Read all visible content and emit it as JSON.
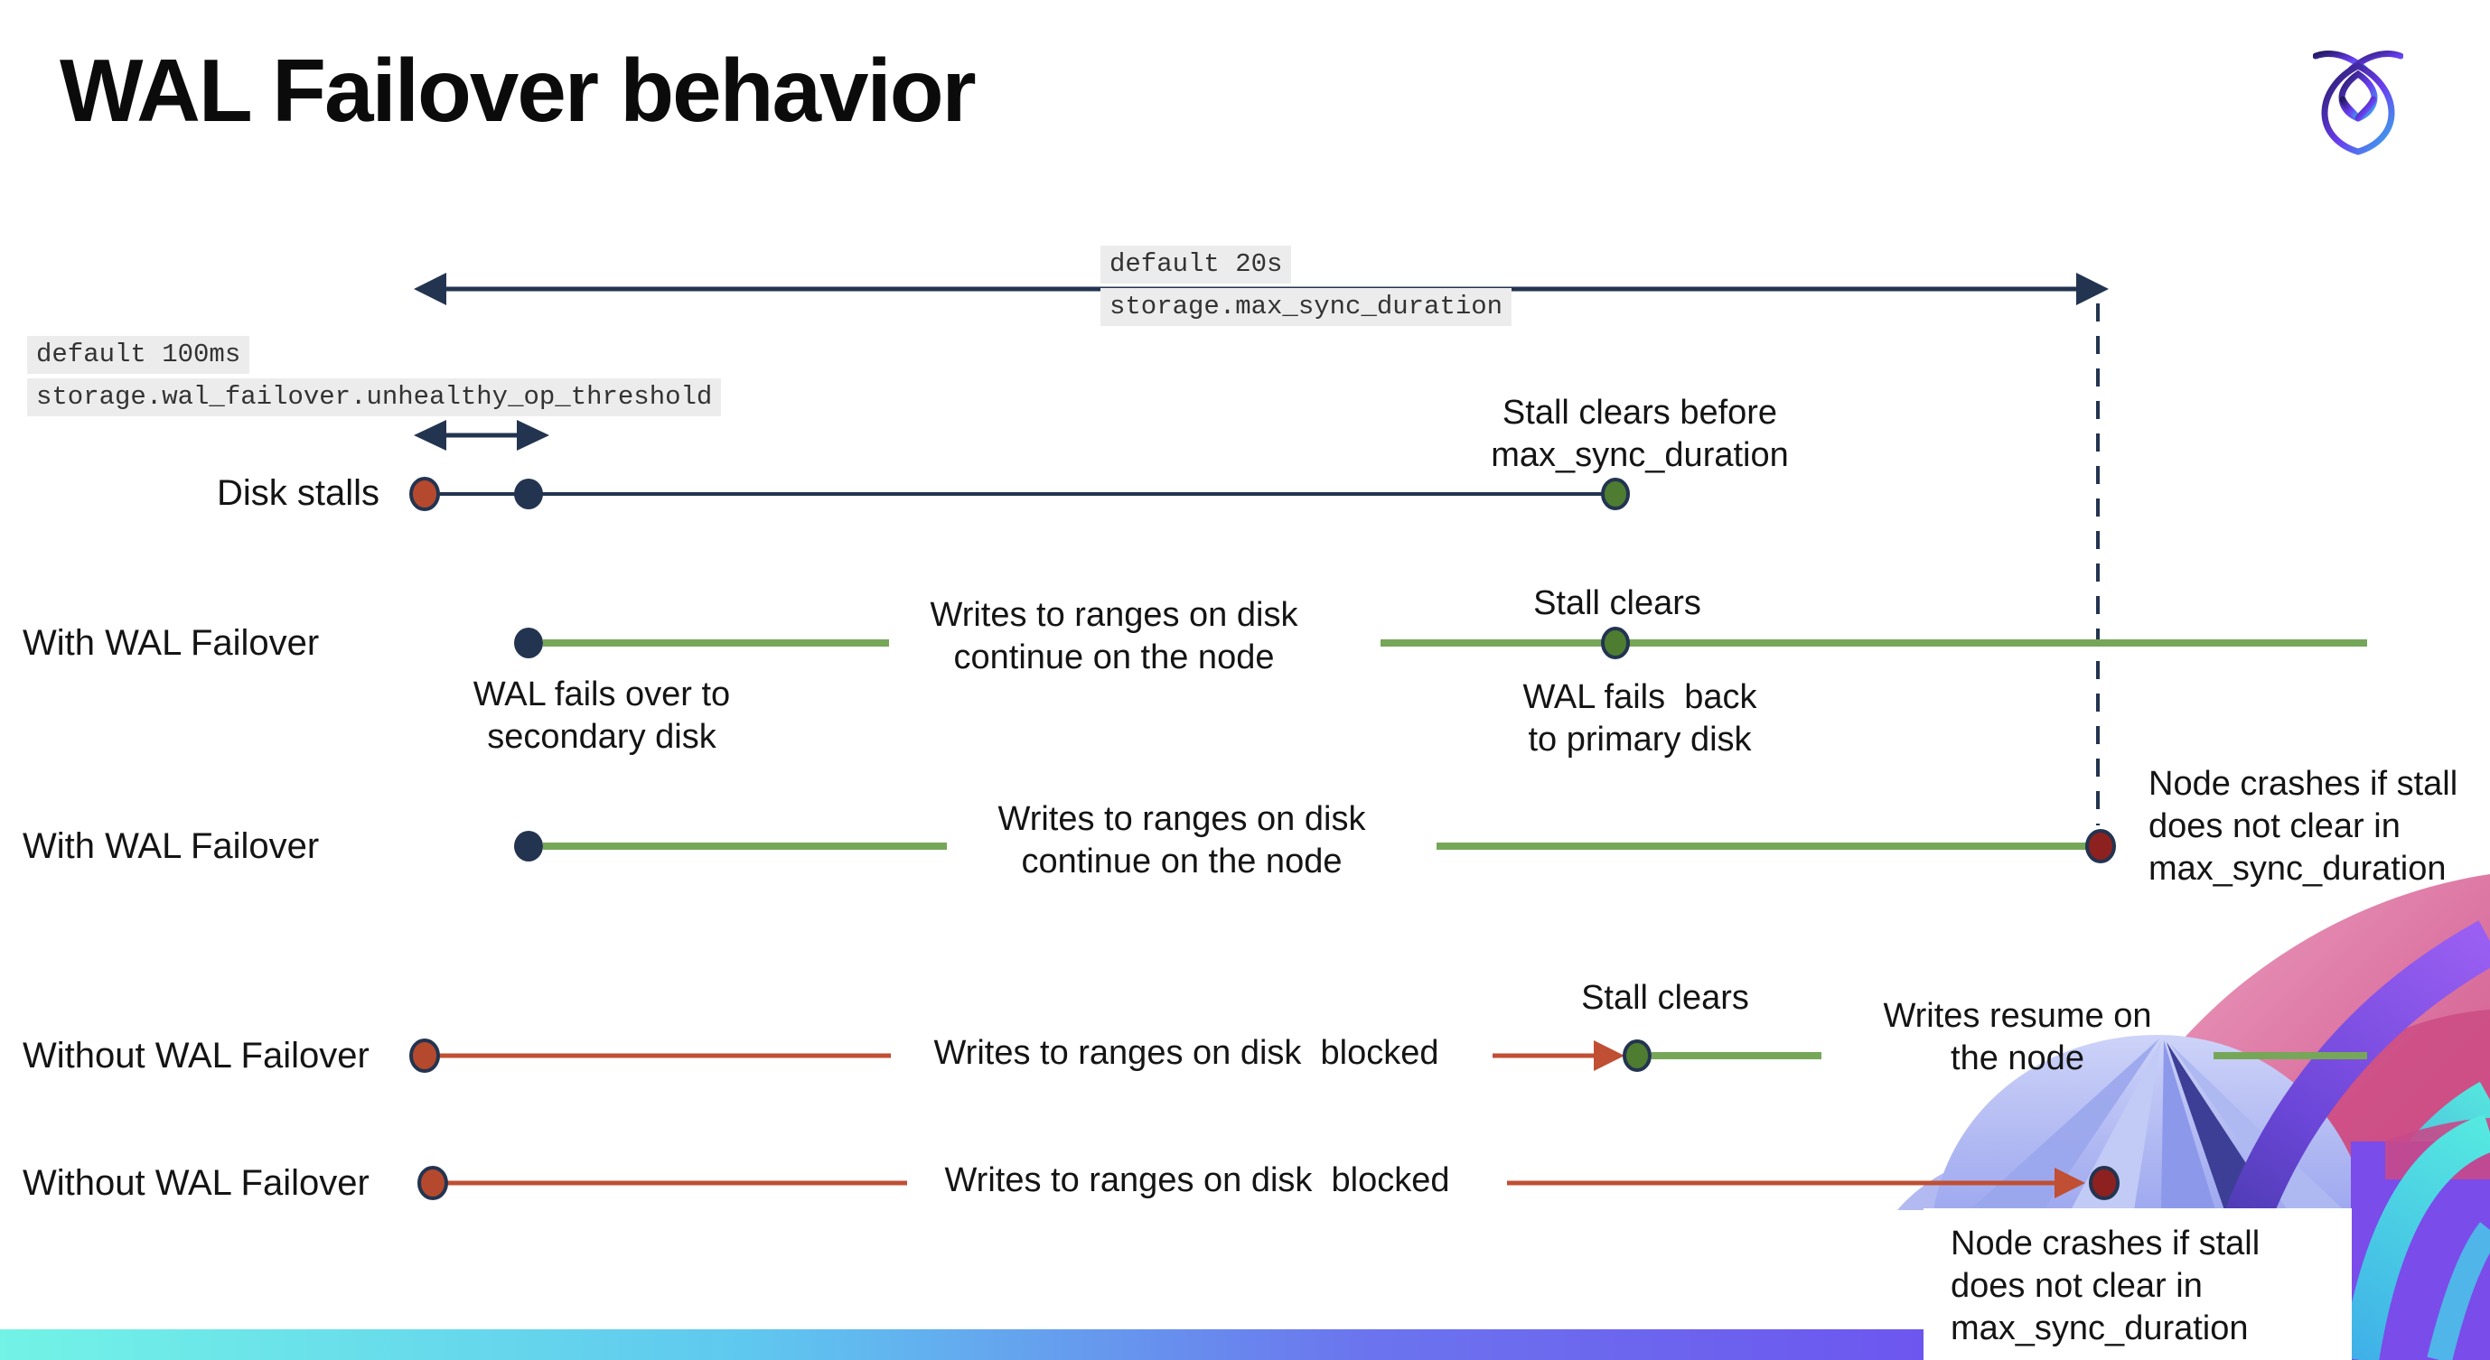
{
  "title": "WAL Failover behavior",
  "logo": {
    "name": "cockroachdb-logo"
  },
  "annotations": {
    "max_sync_duration": {
      "line1": "default 20s",
      "line2": "storage.max_sync_duration"
    },
    "unhealthy_op_threshold": {
      "line1": "default 100ms",
      "line2": "storage.wal_failover.unhealthy_op_threshold"
    }
  },
  "rows": {
    "disk_stalls": {
      "label": "Disk stalls",
      "stall_clears_before": "Stall clears before\nmax_sync_duration"
    },
    "with_failover_1": {
      "label": "With WAL Failover",
      "writes_continue": "Writes to ranges on disk\ncontinue on the node",
      "stall_clears": "Stall clears",
      "fails_over": "WAL fails over to\nsecondary disk",
      "fails_back": "WAL fails  back\nto primary disk"
    },
    "with_failover_2": {
      "label": "With WAL Failover",
      "writes_continue": "Writes to ranges on disk\ncontinue on the node",
      "node_crashes": "Node crashes if stall\ndoes not clear in\nmax_sync_duration"
    },
    "without_failover_1": {
      "label": "Without WAL Failover",
      "writes_blocked": "Writes to ranges on disk  blocked",
      "stall_clears": "Stall clears",
      "writes_resume": "Writes resume on\nthe node"
    },
    "without_failover_2": {
      "label": "Without WAL Failover",
      "writes_blocked": "Writes to ranges on disk  blocked",
      "node_crashes": "Node crashes if stall\ndoes not clear in\nmax_sync_duration"
    }
  },
  "colors": {
    "navy": "#233450",
    "green_line": "#76a758",
    "green_dot": "#4e7d32",
    "red_line": "#c04f33",
    "red_dot": "#b5492e",
    "crash_dot": "#8c2120",
    "code_bg": "#ececec",
    "bar_gradient": [
      "#72f3e6",
      "#5fc8ef",
      "#6d55ef"
    ]
  }
}
